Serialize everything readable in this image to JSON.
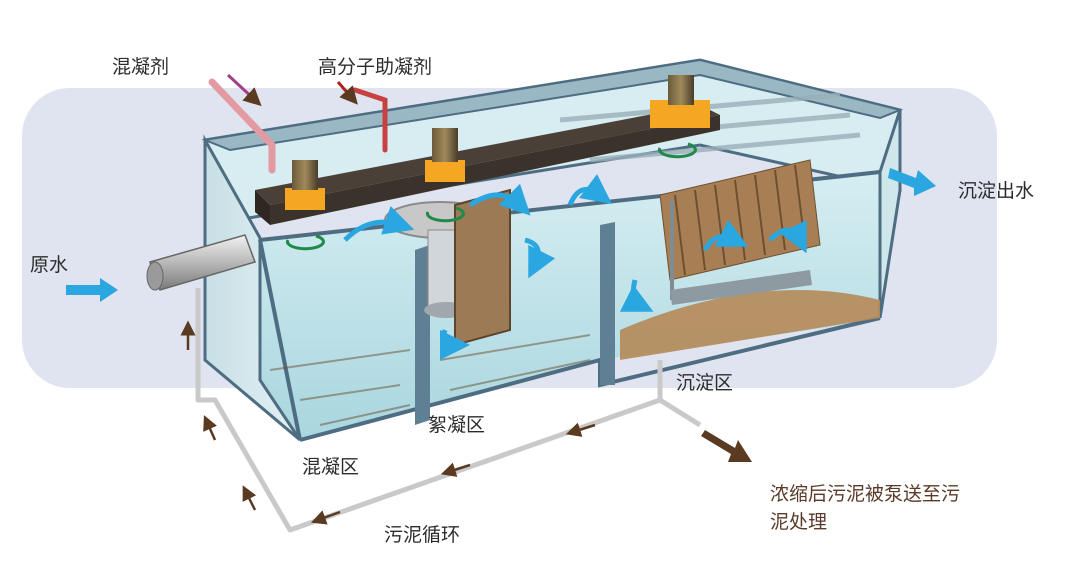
{
  "labels": {
    "coagulant": "混凝剂",
    "polymer": "高分子助凝剂",
    "raw_water": "原水",
    "effluent": "沉淀出水",
    "settling_zone": "沉淀区",
    "flocculation_zone": "絮凝区",
    "coagulation_zone": "混凝区",
    "sludge_recycle": "污泥循环",
    "sludge_out_line1": "浓缩后污泥被泵送至污",
    "sludge_out_line2": "泥处理"
  },
  "colors": {
    "backdrop": "#dfe4f0",
    "tank_wall": "#4e6d82",
    "water": "#bfe0e6",
    "beam": "#4a4038",
    "motor": "#f5a623",
    "flow_arrow": "#2aa6e0",
    "sludge": "#b58a58",
    "recycle_arrow": "#5a3a20"
  }
}
